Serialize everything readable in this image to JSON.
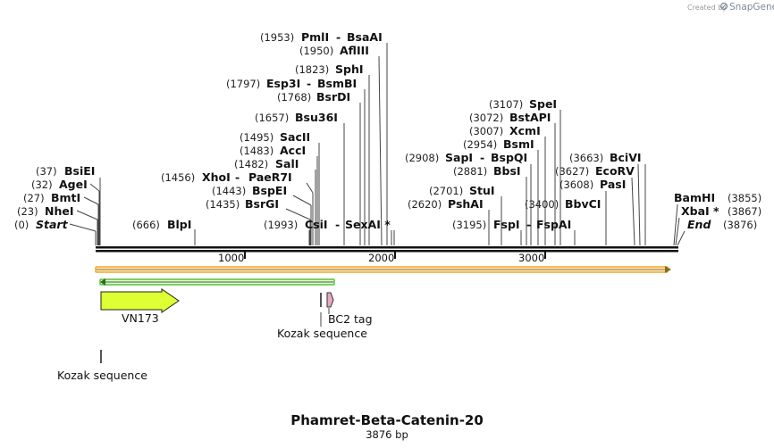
{
  "brand": {
    "created_by": "Created by",
    "name": "SnapGene"
  },
  "title": "Phamret-Beta-Catenin-20",
  "subtitle": "3876 bp",
  "sequence_length": 3876,
  "ruler": {
    "ticks": [
      1000,
      2000,
      3000
    ],
    "labels": [
      "1000",
      "2000",
      "3000"
    ]
  },
  "colors": {
    "backbone": "#111111",
    "orange_feature": "#f5a623",
    "orange_fill": "#fbe9c2",
    "green_feature": "#58c23a",
    "green_fill": "#e6f7d9",
    "vn173": "#ddff33",
    "bc2_tag": "#e5a9c4"
  },
  "sites": [
    {
      "pos": "(0)",
      "name": "Start",
      "italic": true,
      "star": false,
      "bp": 0
    },
    {
      "pos": "(23)",
      "name": "NheI",
      "italic": false,
      "star": false,
      "bp": 23
    },
    {
      "pos": "(27)",
      "name": "BmtI",
      "italic": false,
      "star": false,
      "bp": 27
    },
    {
      "pos": "(32)",
      "name": "AgeI",
      "italic": false,
      "star": false,
      "bp": 32
    },
    {
      "pos": "(37)",
      "name": "BsiEI",
      "italic": false,
      "star": false,
      "bp": 37
    },
    {
      "pos": "(666)",
      "name": "BlpI",
      "italic": false,
      "star": false,
      "bp": 666
    },
    {
      "pos": "(1435)",
      "name": "BsrGI",
      "italic": false,
      "star": false,
      "bp": 1435
    },
    {
      "pos": "(1443)",
      "name": "BspEI",
      "italic": false,
      "star": false,
      "bp": 1443
    },
    {
      "pos": "(1456)",
      "name": "XhoI",
      "name2": "PaeR7I",
      "italic": false,
      "star": false,
      "bp": 1456
    },
    {
      "pos": "(1482)",
      "name": "SalI",
      "italic": false,
      "star": false,
      "bp": 1482
    },
    {
      "pos": "(1483)",
      "name": "AccI",
      "italic": false,
      "star": false,
      "bp": 1483
    },
    {
      "pos": "(1495)",
      "name": "SacII",
      "italic": false,
      "star": false,
      "bp": 1495
    },
    {
      "pos": "(1657)",
      "name": "Bsu36I",
      "italic": false,
      "star": false,
      "bp": 1657
    },
    {
      "pos": "(1768)",
      "name": "BsrDI",
      "italic": false,
      "star": false,
      "bp": 1768
    },
    {
      "pos": "(1797)",
      "name": "Esp3I",
      "name2": "BsmBI",
      "italic": false,
      "star": false,
      "bp": 1797
    },
    {
      "pos": "(1823)",
      "name": "SphI",
      "italic": false,
      "star": false,
      "bp": 1823
    },
    {
      "pos": "(1950)",
      "name": "AflIII",
      "italic": false,
      "star": false,
      "bp": 1950
    },
    {
      "pos": "(1953)",
      "name": "PmlI",
      "name2": "BsaAI",
      "italic": false,
      "star": false,
      "bp": 1953
    },
    {
      "pos": "(1993)",
      "name": "CsiI",
      "name2": "SexAI *",
      "italic": false,
      "star": false,
      "bp": 1993
    },
    {
      "pos": "(2620)",
      "name": "PshAI",
      "italic": false,
      "star": false,
      "bp": 2620
    },
    {
      "pos": "(2701)",
      "name": "StuI",
      "italic": false,
      "star": false,
      "bp": 2701
    },
    {
      "pos": "(2881)",
      "name": "BbsI",
      "italic": false,
      "star": false,
      "bp": 2881
    },
    {
      "pos": "(2908)",
      "name": "SapI",
      "name2": "BspQI",
      "italic": false,
      "star": false,
      "bp": 2908
    },
    {
      "pos": "(2954)",
      "name": "BsmI",
      "italic": false,
      "star": false,
      "bp": 2954
    },
    {
      "pos": "(3007)",
      "name": "XcmI",
      "italic": false,
      "star": false,
      "bp": 3007
    },
    {
      "pos": "(3072)",
      "name": "BstAPI",
      "italic": false,
      "star": false,
      "bp": 3072
    },
    {
      "pos": "(3107)",
      "name": "SpeI",
      "italic": false,
      "star": false,
      "bp": 3107
    },
    {
      "pos": "(3195)",
      "name": "FspI",
      "name2": "FspAI",
      "italic": false,
      "star": false,
      "bp": 3195
    },
    {
      "pos": "(3400)",
      "name": "BbvCI",
      "italic": false,
      "star": false,
      "bp": 3400
    },
    {
      "pos": "(3608)",
      "name": "PasI",
      "italic": false,
      "star": false,
      "bp": 3608
    },
    {
      "pos": "(3627)",
      "name": "EcoRV",
      "italic": false,
      "star": false,
      "bp": 3627
    },
    {
      "pos": "(3663)",
      "name": "BciVI",
      "italic": false,
      "star": false,
      "bp": 3663
    },
    {
      "pos": "(3855)",
      "name": "BamHI",
      "italic": false,
      "star": false,
      "bp": 3855
    },
    {
      "pos": "(3867)",
      "name": "XbaI *",
      "italic": false,
      "star": false,
      "bp": 3867
    },
    {
      "pos": "(3876)",
      "name": "End",
      "italic": true,
      "star": false,
      "bp": 3876
    }
  ],
  "features": [
    {
      "name": "VN173",
      "start": 37,
      "end": 564,
      "direction": "forward"
    },
    {
      "name": "BC2 tag",
      "start": 1547,
      "end": 1589,
      "direction": "none"
    },
    {
      "name": "Kozak sequence",
      "start": 1495,
      "end": 1505,
      "direction": "none"
    },
    {
      "name": "Kozak sequence",
      "start": 24,
      "end": 34,
      "direction": "none"
    }
  ],
  "spans": [
    {
      "kind": "orange",
      "start": 0,
      "end": 3876,
      "direction": "forward"
    },
    {
      "kind": "green",
      "start": 37,
      "end": 1589,
      "direction": "reverse"
    }
  ]
}
